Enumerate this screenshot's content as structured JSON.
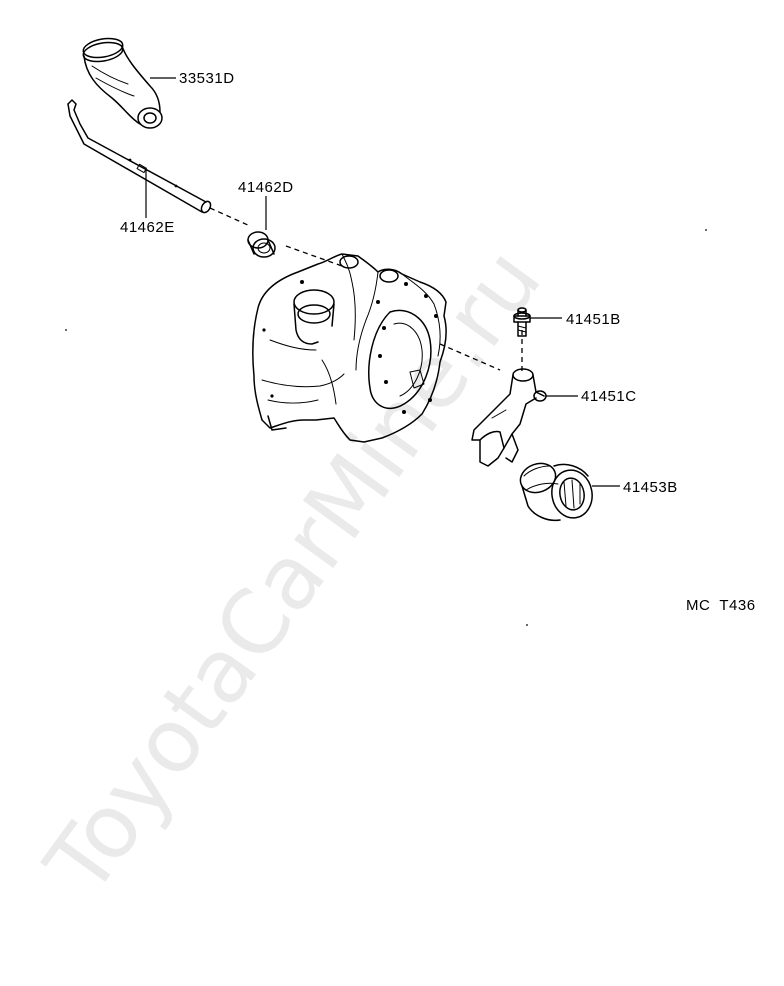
{
  "diagram": {
    "parts": [
      {
        "id": "p33531D",
        "number": "33531D"
      },
      {
        "id": "p41462E",
        "number": "41462E"
      },
      {
        "id": "p41462D",
        "number": "41462D"
      },
      {
        "id": "p41451B",
        "number": "41451B"
      },
      {
        "id": "p41451C",
        "number": "41451C"
      },
      {
        "id": "p41453B",
        "number": "41453B"
      }
    ],
    "sheet_code": "MC  T436",
    "watermark": "ToyotaCarMine.ru"
  }
}
